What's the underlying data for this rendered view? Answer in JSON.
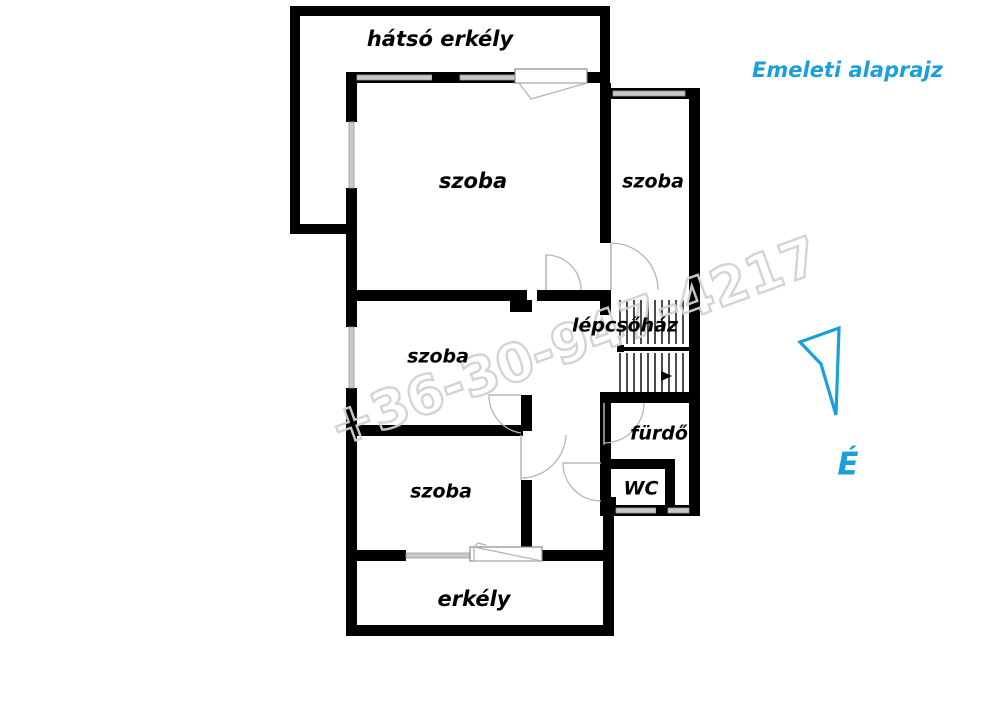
{
  "document": {
    "title": "Emeleti alaprajz",
    "type": "floor-plan",
    "language": "hu"
  },
  "header": {
    "title": "Emeleti alaprajz",
    "title_color": "#1a9fdc"
  },
  "watermark": {
    "text": "+36-30-947-4217",
    "color": "#d2d2d2"
  },
  "compass": {
    "letter": "É",
    "direction": "north",
    "color": "#1a9fdc"
  },
  "rooms": [
    {
      "id": "hatso-erkely",
      "label": "hátsó erkély",
      "size": "lg"
    },
    {
      "id": "szoba-top",
      "label": "szoba",
      "size": "lg"
    },
    {
      "id": "szoba-right",
      "label": "szoba",
      "size": "md"
    },
    {
      "id": "szoba-middle",
      "label": "szoba",
      "size": "md"
    },
    {
      "id": "szoba-bottom",
      "label": "szoba",
      "size": "md"
    },
    {
      "id": "lepcsohaz",
      "label": "lépcsőház",
      "size": "md"
    },
    {
      "id": "furdo",
      "label": "fürdő",
      "size": "md"
    },
    {
      "id": "wc",
      "label": "WC",
      "size": "md"
    },
    {
      "id": "erkely",
      "label": "erkély",
      "size": "lg"
    }
  ],
  "colors": {
    "wall": "#000000",
    "background": "#ffffff",
    "accent": "#1a9fdc",
    "window": "#c9c9c9",
    "door": "#b5b5b5"
  }
}
